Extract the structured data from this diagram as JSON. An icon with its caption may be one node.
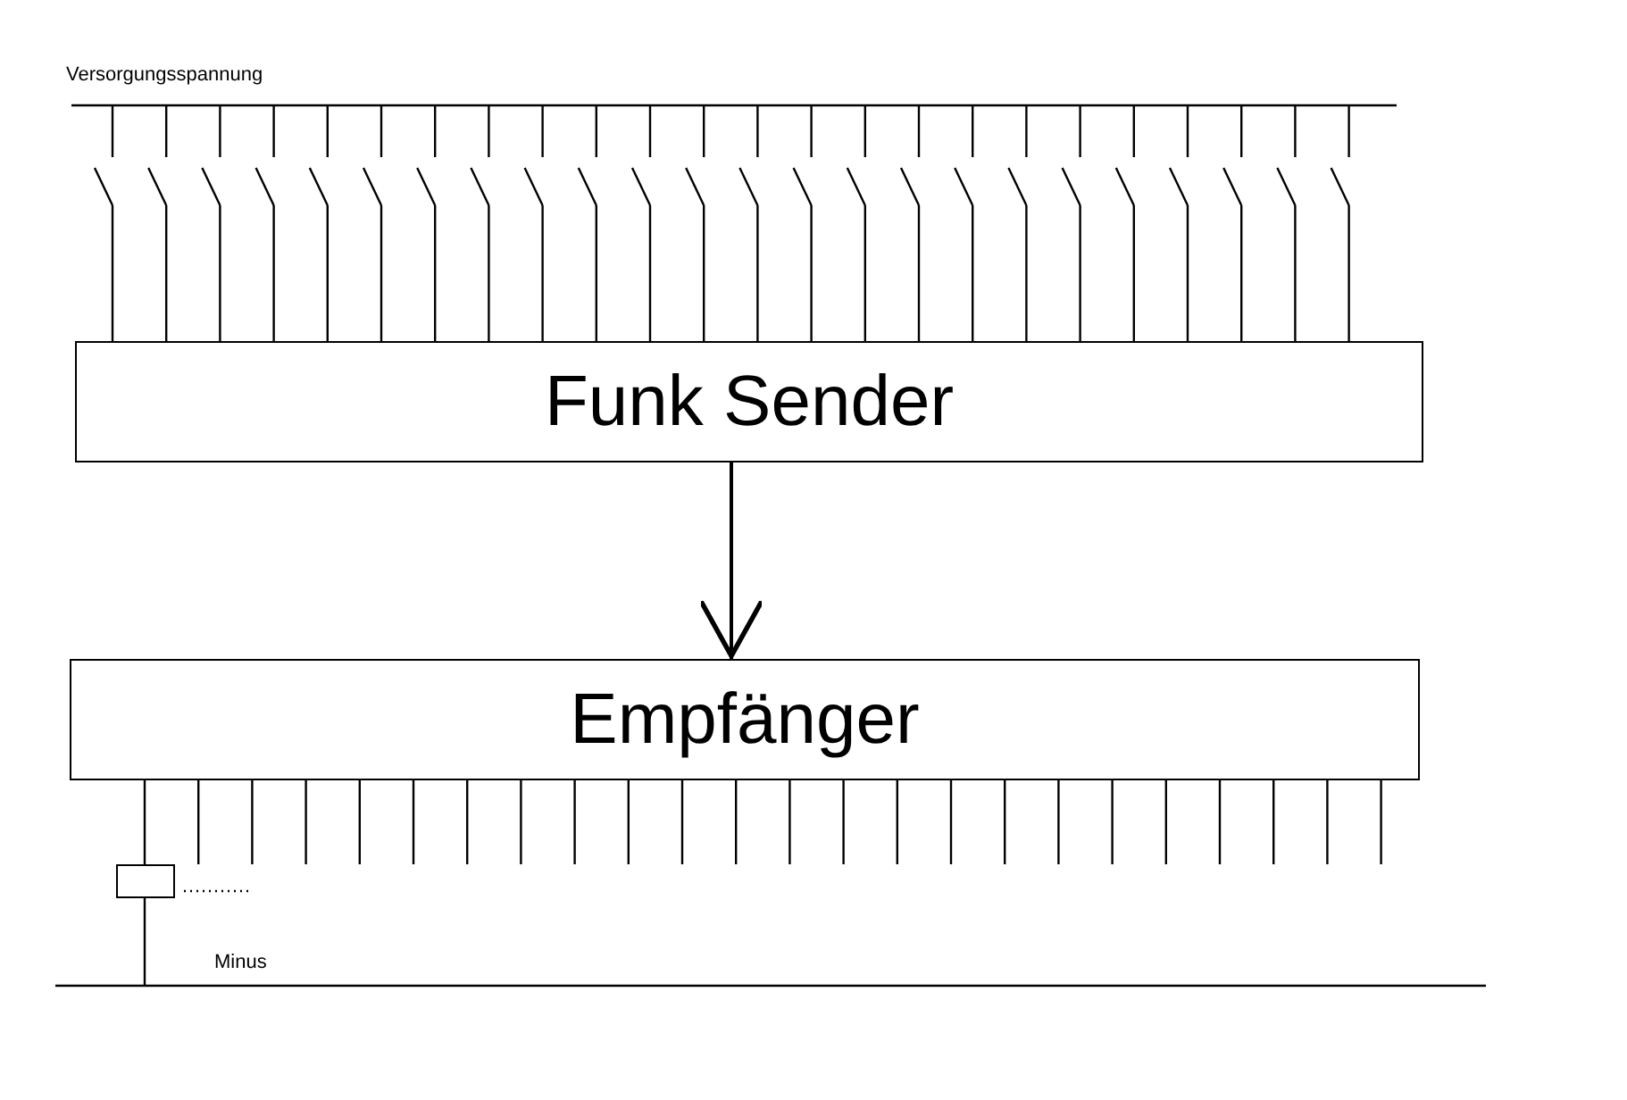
{
  "diagram": {
    "nodes": [
      {
        "text": [
          "Funk Sender"
        ]
      },
      {
        "text": [
          "Empfänger"
        ]
      },
      {
        "text": [],
        "shape": "box"
      }
    ],
    "edges": [
      {
        "from": 0,
        "to": 1,
        "arrow": "to"
      },
      {
        "from": 1,
        "to": 2,
        "arrow": "none"
      }
    ],
    "labels": [
      "Versorgungsspannung",
      "Minus"
    ]
  }
}
